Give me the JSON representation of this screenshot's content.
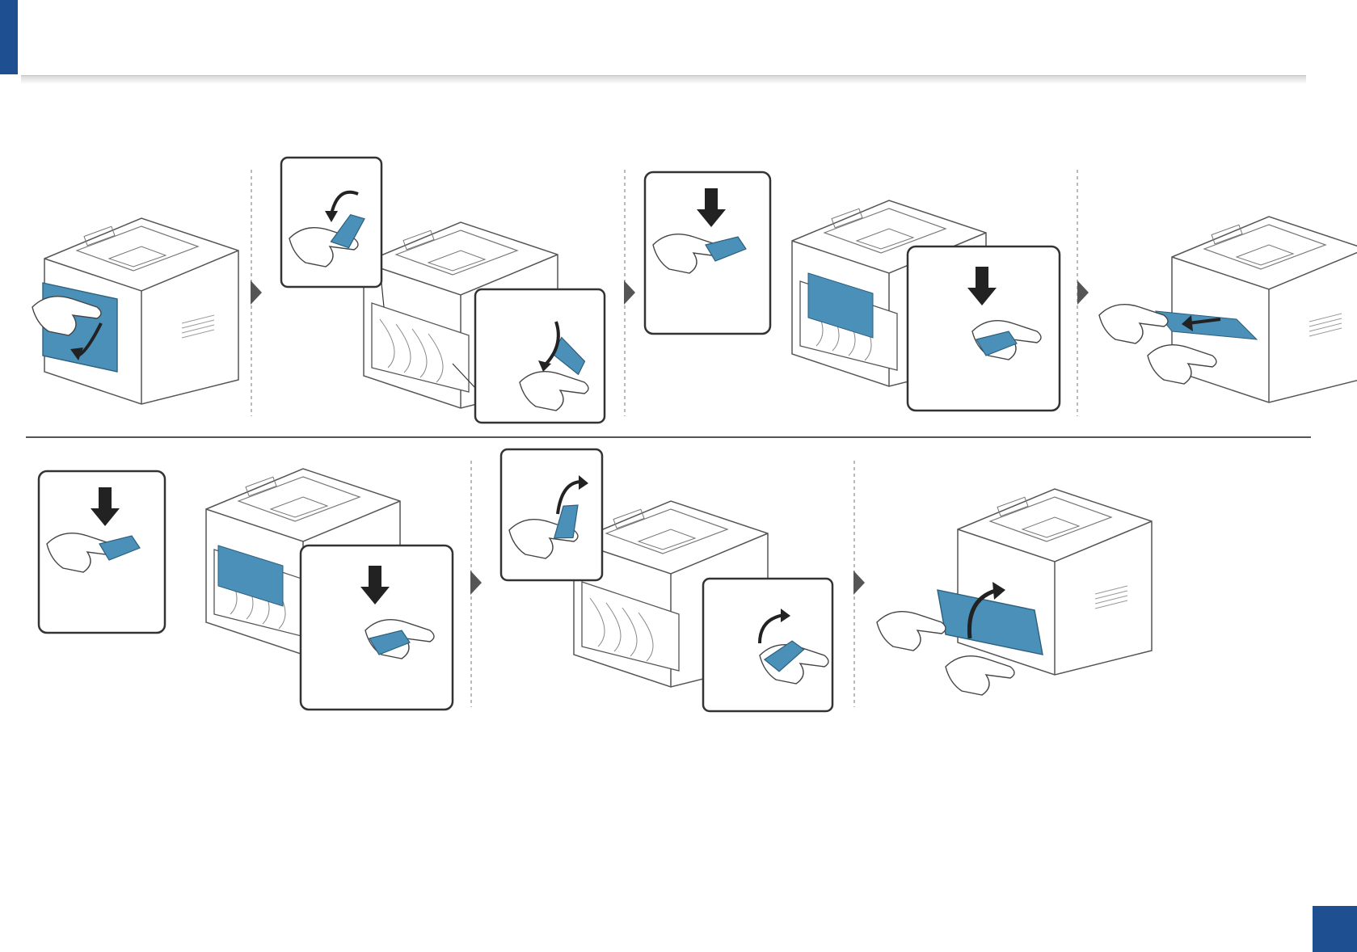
{
  "document": {
    "colors": {
      "accent": "#1d4f91",
      "part": "#4a90b8",
      "line": "#5a5a5a"
    },
    "steps": [
      "open-rear-cover",
      "lower-fuser-levers",
      "press-down-tabs",
      "pull-out-jammed-paper",
      "close-duplex-guide",
      "raise-fuser-levers",
      "close-rear-cover"
    ]
  }
}
